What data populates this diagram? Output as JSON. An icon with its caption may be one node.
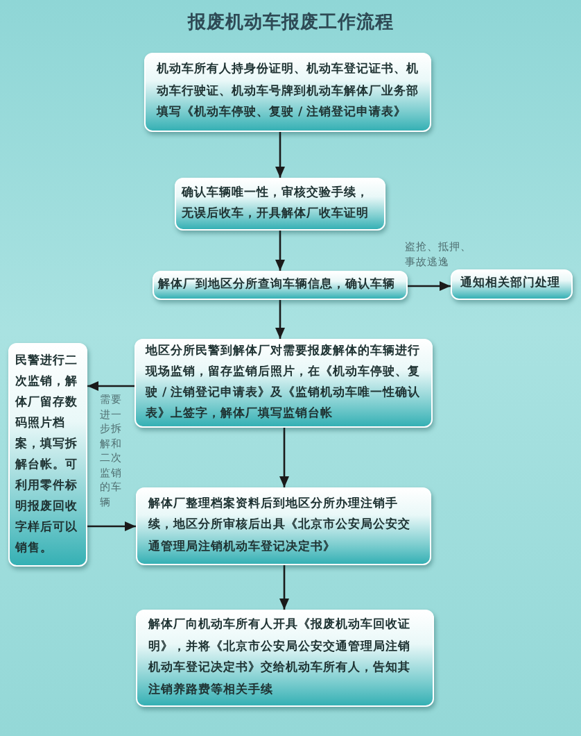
{
  "diagram": {
    "title": "报废机动车报废工作流程",
    "nodes": [
      {
        "text": [
          "机动车所有人持身份证明、机动车登记证书、机动车行驶证、机动车号牌到机动车解体厂业务部填写《机动车停驶、复驶 / 注销登记申请表》"
        ]
      },
      {
        "text": [
          "确认车辆唯一性，审核交验手续，无误后收车，开具解体厂收车证明"
        ]
      },
      {
        "text": [
          "解体厂到地区分所查询车辆信息，确认车辆"
        ]
      },
      {
        "text": [
          "通知相关部门处理"
        ]
      },
      {
        "text": [
          "地区分所民警到解体厂对需要报废解体的车辆进行现场监销，留存监销后照片，在《机动车停驶、复驶 / 注销登记申请表》及《监销机动车唯一性确认表》上签字，解体厂填写监销台帐"
        ]
      },
      {
        "text": [
          "民警进行二次监销，解体厂留存数码照片档案，填写拆解台帐。可利用零件标明报废回收字样后可以销售。"
        ]
      },
      {
        "text": [
          "解体厂整理档案资料后到地区分所办理注销手续，地区分所审核后出具《北京市公安局公安交通管理局注销机动车登记决定书》"
        ]
      },
      {
        "text": [
          "解体厂向机动车所有人开具《报废机动车回收证明》，并将《北京市公安局公安交通管理局注销机动车登记决定书》交给机动车所有人，告知其注销养路费等相关手续"
        ]
      }
    ],
    "edges": [
      {
        "from": 0,
        "to": 1,
        "arrow": "to"
      },
      {
        "from": 1,
        "to": 2,
        "arrow": "to"
      },
      {
        "from": 2,
        "to": 3,
        "arrow": "to",
        "label": "盗抢、抵押、事故逃逸"
      },
      {
        "from": 2,
        "to": 4,
        "arrow": "to"
      },
      {
        "from": 4,
        "to": 5,
        "arrow": "to",
        "label": "需要进一步拆解和二次监销的车辆"
      },
      {
        "from": 5,
        "to": 6,
        "arrow": "to"
      },
      {
        "from": 4,
        "to": 6,
        "arrow": "to"
      },
      {
        "from": 6,
        "to": 7,
        "arrow": "to"
      }
    ]
  }
}
